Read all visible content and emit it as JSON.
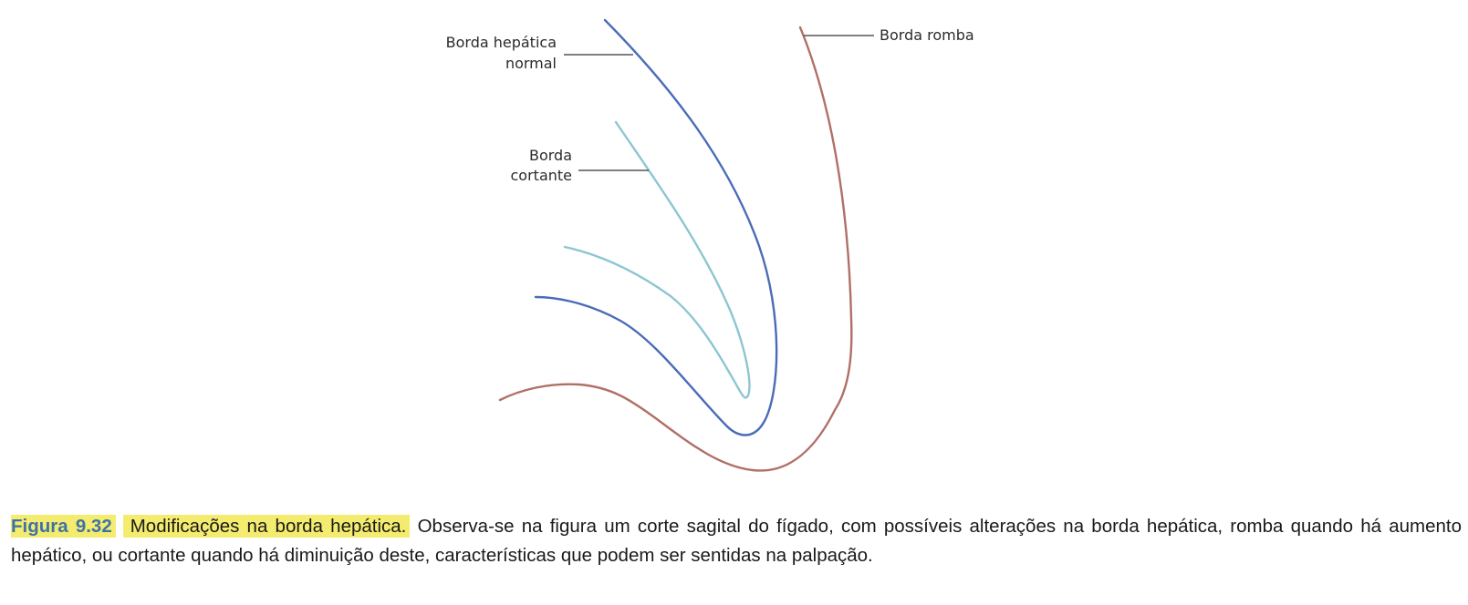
{
  "diagram": {
    "labels": {
      "normal_line1": "Borda hepática",
      "normal_line2": "normal",
      "cortante_line1": "Borda",
      "cortante_line2": "cortante",
      "romba": "Borda romba"
    },
    "colors": {
      "normal": "#4a6cb8",
      "cortante": "#8cc6d2",
      "romba": "#b07068",
      "leader": "#555555"
    }
  },
  "caption": {
    "figure_label": "Figura 9.32",
    "title": "Modificações na borda hepática.",
    "text": "Observa-se na figura um corte sagital do fígado, com possíveis alterações na borda hepática, romba quando há aumento hepático, ou cortante quando há diminuição deste, características que podem ser sentidas na palpação."
  }
}
